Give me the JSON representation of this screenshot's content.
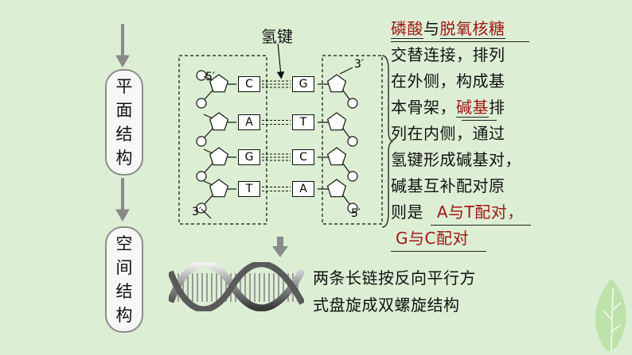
{
  "left_flow": {
    "pill1_label": "平面结构",
    "pill2_label": "空间结构"
  },
  "diagram": {
    "hydrogen_bond_label": "氢键",
    "left_top_end": "5′",
    "left_bottom_end": "3′",
    "right_top_end": "3′",
    "right_bottom_end": "5′",
    "pairs": [
      {
        "left": "C",
        "right": "G",
        "bonds": 3
      },
      {
        "left": "A",
        "right": "T",
        "bonds": 2
      },
      {
        "left": "G",
        "right": "C",
        "bonds": 3
      },
      {
        "left": "T",
        "right": "A",
        "bonds": 2
      }
    ]
  },
  "description": {
    "blank1": "磷酸",
    "connector1": "与",
    "blank2": "脱氧核糖",
    "line2": "交替连接，排列",
    "line3": "在外侧，构成基",
    "line4_pre": "本骨架，",
    "blank3": "碱基",
    "line4_post": "排",
    "line5": "列在内侧，通过",
    "line6": "氢键形成碱基对，",
    "line7": "碱基互补配对原",
    "line8_pre": "则是",
    "blank4": "A与T配对，",
    "blank5": "G与C配对"
  },
  "helix_text": {
    "line1": "两条长链按反向平行方",
    "line2": "式盘旋成双螺旋结构"
  },
  "colors": {
    "background": "#dcefd4",
    "answer": "#a31515",
    "arrow": "#8a8a8a"
  }
}
